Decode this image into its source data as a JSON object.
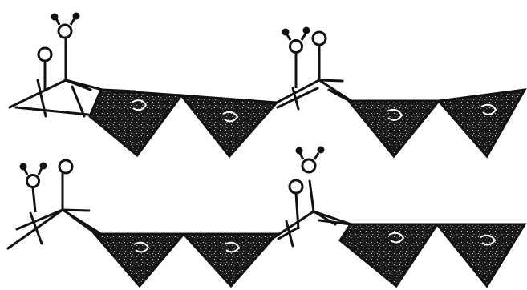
{
  "diagram": {
    "style": "black-and-white line drawing",
    "rows": [
      {
        "id": "top",
        "units": [
          {
            "id": "top-unit-left",
            "hanging_triangles": 2
          },
          {
            "id": "top-unit-right",
            "hanging_triangles": 2
          }
        ]
      },
      {
        "id": "bottom",
        "units": [
          {
            "id": "bottom-unit-left",
            "hanging_triangles": 2
          },
          {
            "id": "bottom-unit-right",
            "hanging_triangles": 2
          }
        ]
      }
    ],
    "colors": {
      "ink": "#111111",
      "paper": "#ffffff"
    },
    "icons": [
      "stick-atom-icon",
      "circle-ligand-icon",
      "cluster-ligand-icon",
      "stippled-triangle-icon"
    ]
  }
}
